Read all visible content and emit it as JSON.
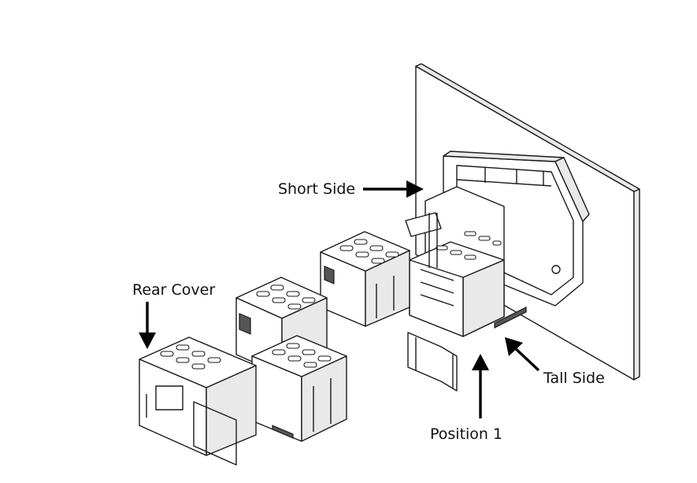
{
  "labels": {
    "short_side": "Short Side",
    "rear_cover": "Rear Cover",
    "tall_side": "Tall Side",
    "position_1": "Position 1"
  }
}
